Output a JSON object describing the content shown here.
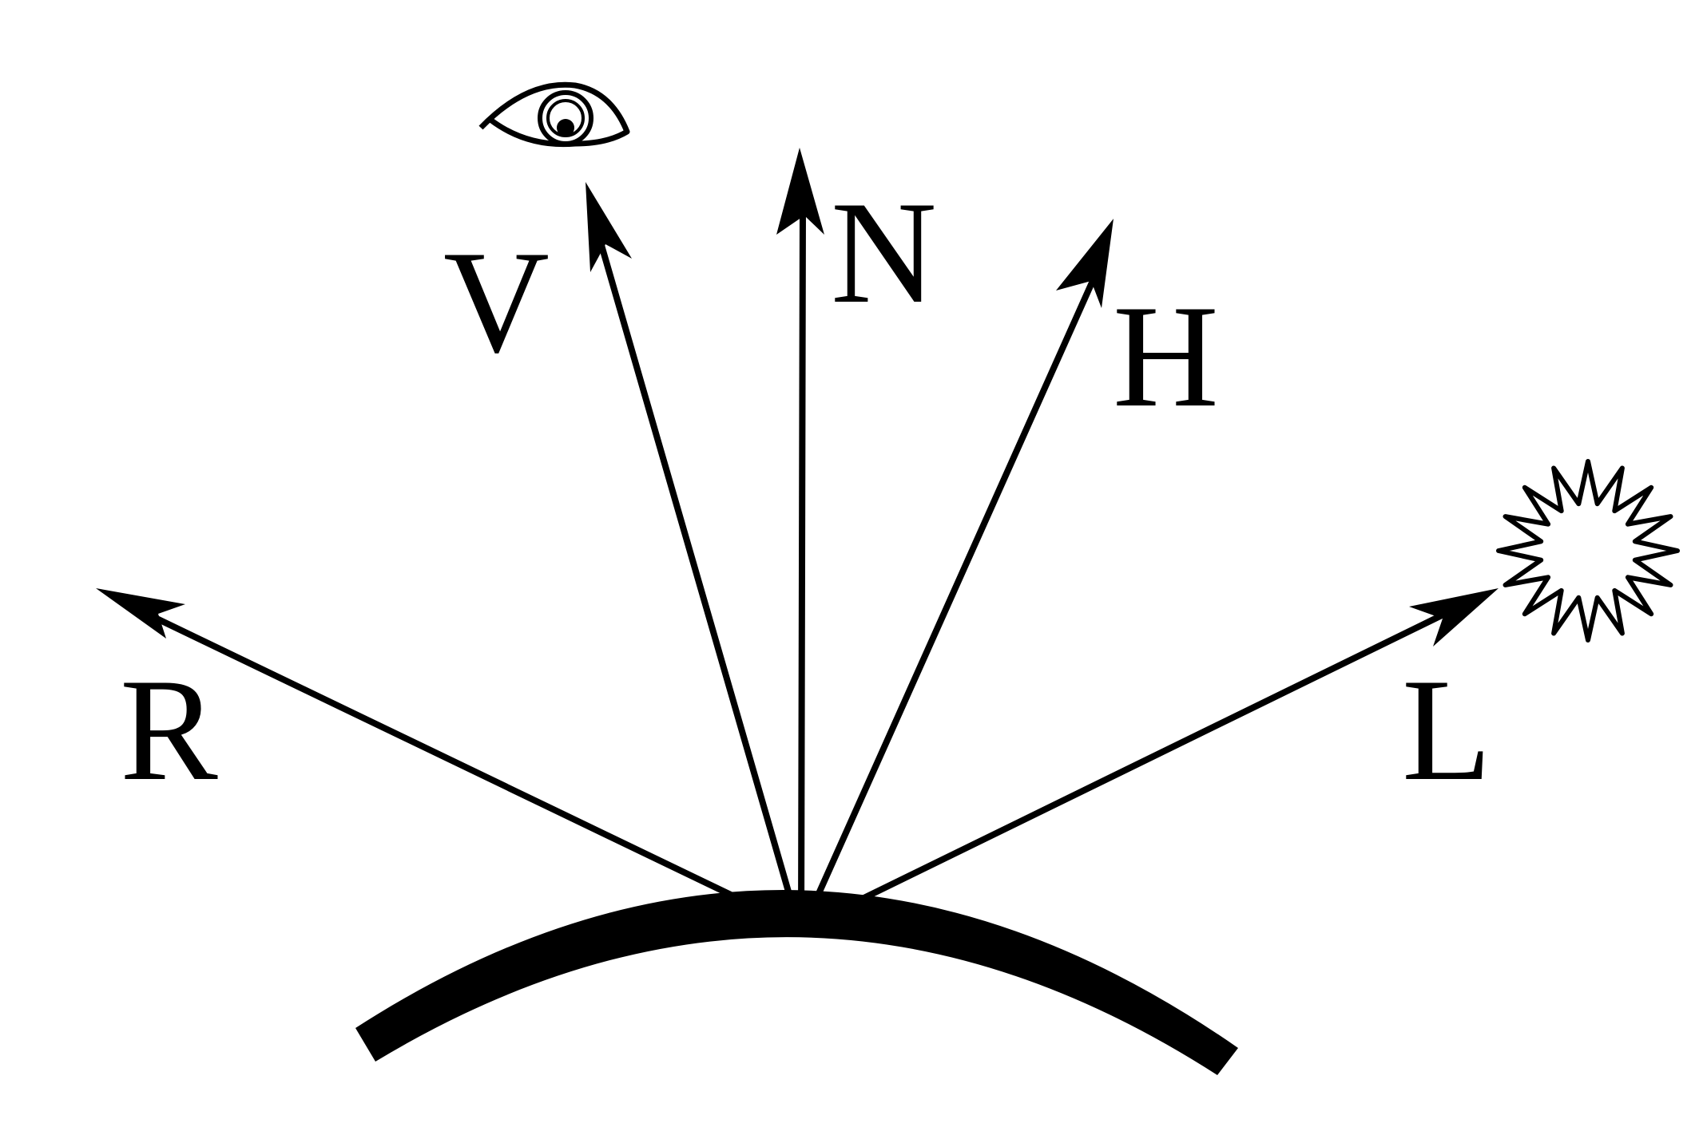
{
  "diagram": {
    "labels": {
      "normal": "N",
      "view": "V",
      "halfway": "H",
      "reflection": "R",
      "light": "L"
    },
    "icons": {
      "viewer": "eye-icon",
      "light_source": "light-burst-icon"
    },
    "colors": {
      "ink": "#000000",
      "background": "#ffffff"
    }
  }
}
